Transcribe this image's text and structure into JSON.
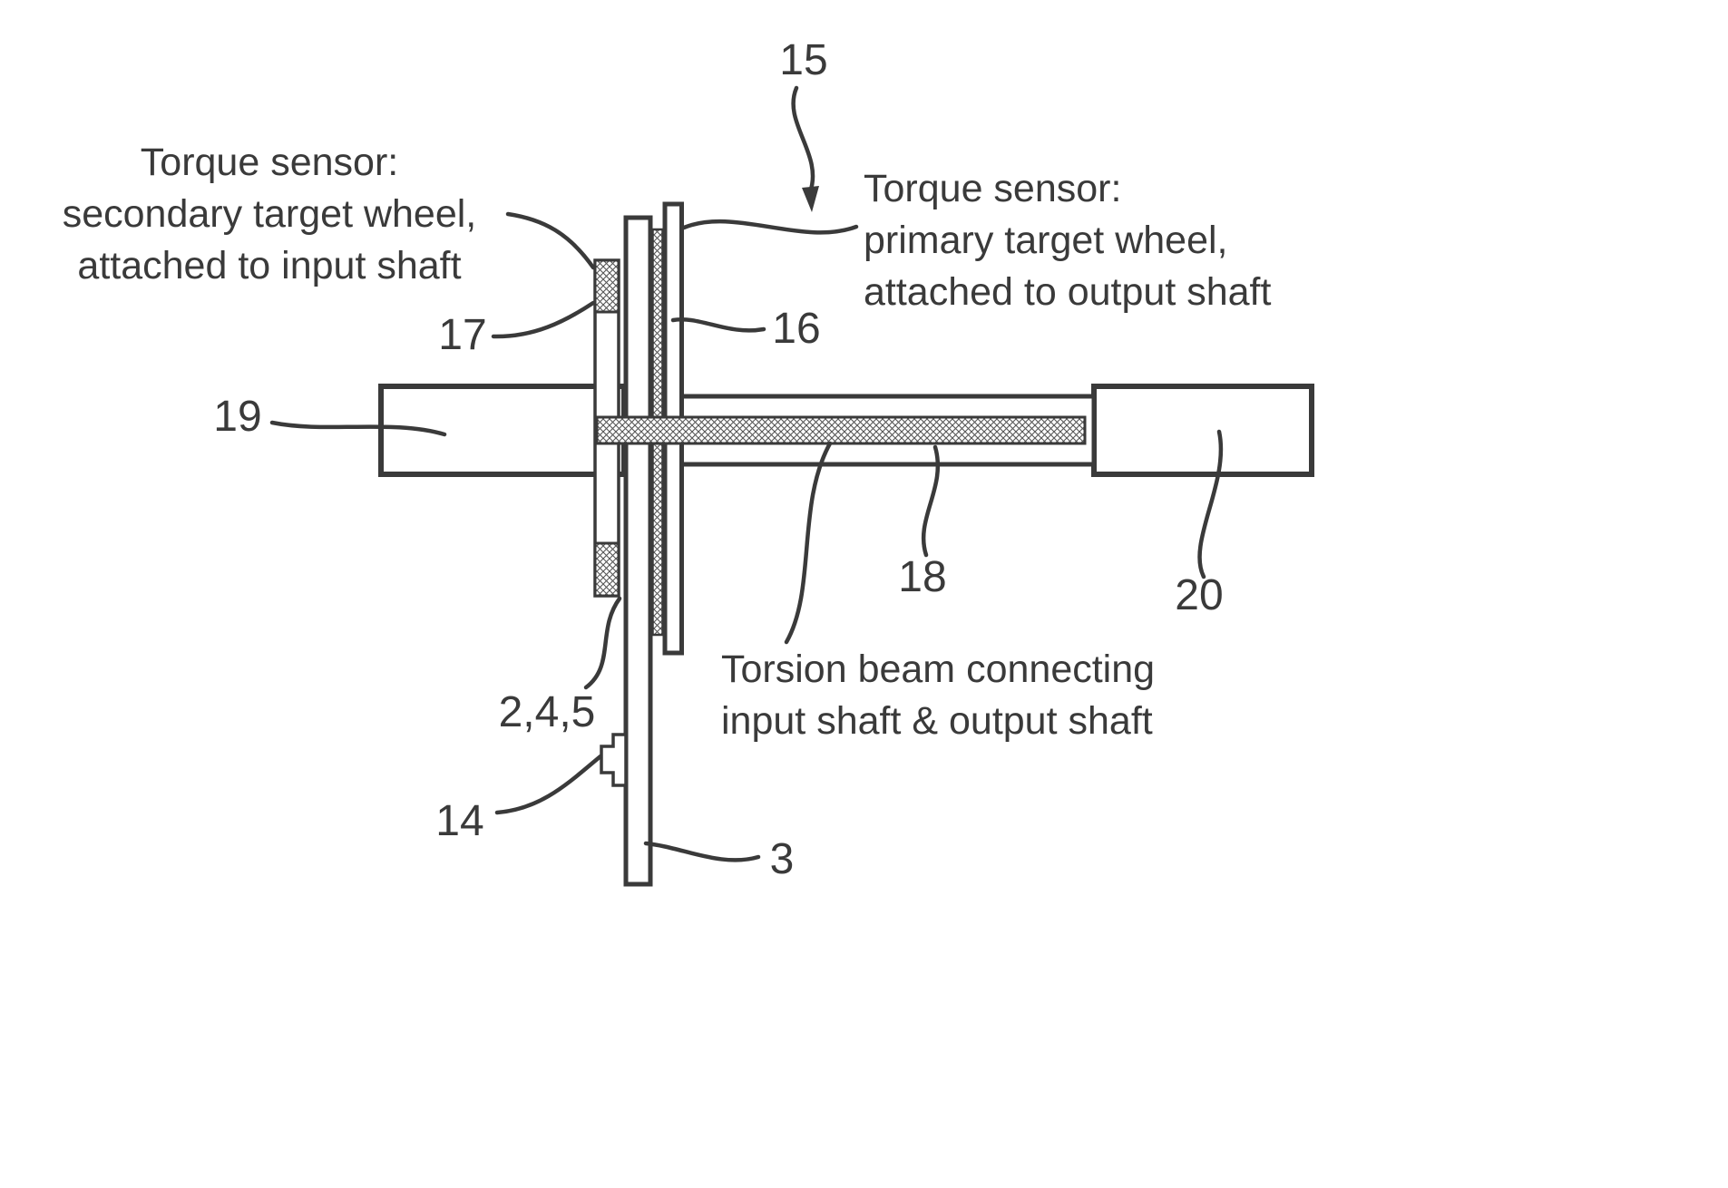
{
  "figure": {
    "background": "#ffffff",
    "line_color": "#3a3a3a",
    "reference_numerals": {
      "n15": "15",
      "n16": "16",
      "n17": "17",
      "n18": "18",
      "n19": "19",
      "n20": "20",
      "n245": "2,4,5",
      "n14": "14",
      "n3": "3"
    },
    "annotations": {
      "secondary_wheel": {
        "lines": [
          "Torque sensor:",
          "secondary target wheel,",
          "attached to input shaft"
        ]
      },
      "primary_wheel": {
        "lines": [
          "Torque sensor:",
          "primary target wheel,",
          "attached to output shaft"
        ]
      },
      "torsion_beam": {
        "lines": [
          "Torsion beam connecting",
          "input shaft & output shaft"
        ]
      }
    }
  }
}
